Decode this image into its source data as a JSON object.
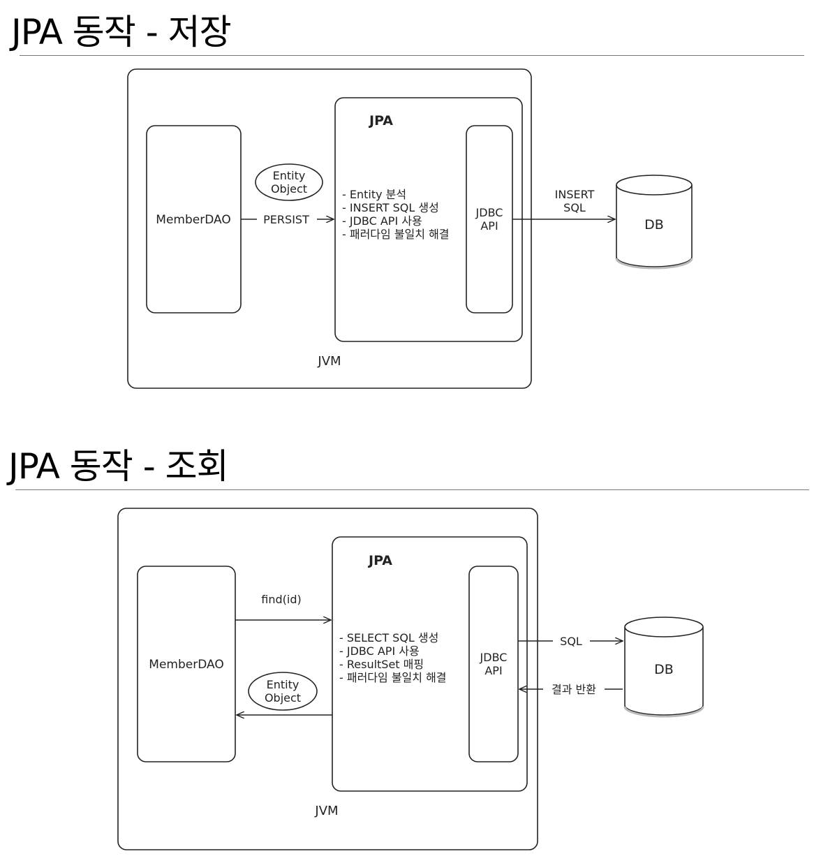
{
  "section1": {
    "title": "JPA 동작 - 저장",
    "jvm_label": "JVM",
    "jpa_label": "JPA",
    "dao_label": "MemberDAO",
    "entity_label": [
      "Entity",
      "Object"
    ],
    "arrow_label": "PERSIST",
    "jpa_steps": [
      "- Entity 분석",
      "- INSERT SQL 생성",
      "- JDBC API 사용",
      "- 패러다임 불일치 해결"
    ],
    "jdbc_label": [
      "JDBC",
      "API"
    ],
    "sql_label": [
      "INSERT",
      "SQL"
    ],
    "db_label": "DB"
  },
  "section2": {
    "title": "JPA 동작 - 조회",
    "jvm_label": "JVM",
    "jpa_label": "JPA",
    "dao_label": "MemberDAO",
    "find_label": "find(id)",
    "entity_label": [
      "Entity",
      "Object"
    ],
    "jpa_steps": [
      "- SELECT SQL 생성",
      "- JDBC API 사용",
      "- ResultSet 매핑",
      "- 패러다임 불일치 해결"
    ],
    "jdbc_label": [
      "JDBC",
      "API"
    ],
    "sql_label": "SQL",
    "result_label": "결과 반환",
    "db_label": "DB"
  }
}
